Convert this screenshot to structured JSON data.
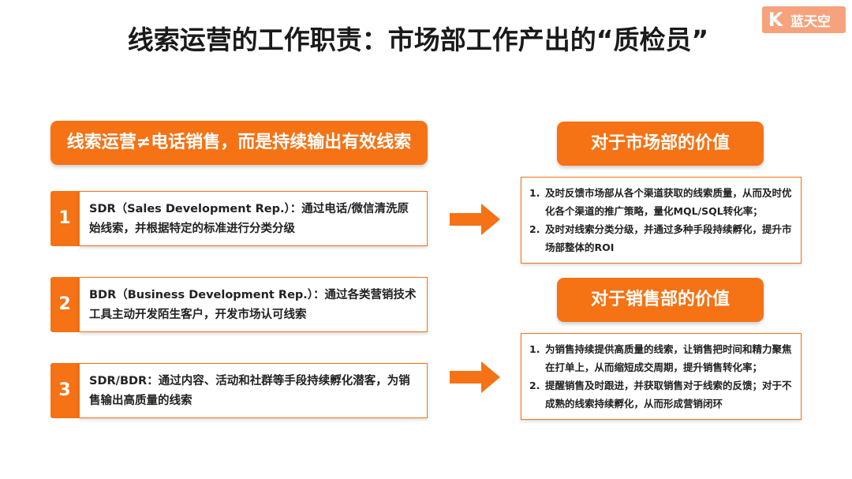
{
  "title": "线索运营的工作职责：市场部工作产出的“质检员”",
  "logo": {
    "letter": "K",
    "text": "蓝天空"
  },
  "left_header": "线索运营≠电话销售，而是持续输出有效线索",
  "items": [
    {
      "num": "1",
      "text": "SDR（Sales Development Rep.）：通过电话/微信清洗原始线索，并根据特定的标准进行分类分级"
    },
    {
      "num": "2",
      "text": "BDR（Business Development Rep.）：通过各类营销技术工具主动开发陌生客户，开发市场认可线索"
    },
    {
      "num": "3",
      "text": "SDR/BDR：通过内容、活动和社群等手段持续孵化潜客，为销售输出高质量的线索"
    }
  ],
  "market": {
    "header": "对于市场部的价值",
    "points": [
      {
        "idx": "1.",
        "text": "及时反馈市场部从各个渠道获取的线索质量，从而及时优化各个渠道的推广策略，量化MQL/SQL转化率；"
      },
      {
        "idx": "2.",
        "text": "及时对线索分类分级，并通过多种手段持续孵化，提升市场部整体的ROI"
      }
    ]
  },
  "sales": {
    "header": "对于销售部的价值",
    "points": [
      {
        "idx": "1.",
        "text": "为销售持续提供高质量的线索，让销售把时间和精力聚焦在打单上，从而缩短成交周期，提升销售转化率；"
      },
      {
        "idx": "2.",
        "text": "提醒销售及时跟进，并获取销售对于线索的反馈；对于不成熟的线索持续孵化，从而形成营销闭环"
      }
    ]
  },
  "colors": {
    "accent": "#f57215",
    "logo_bg": "#f6a27d",
    "text": "#222222"
  }
}
